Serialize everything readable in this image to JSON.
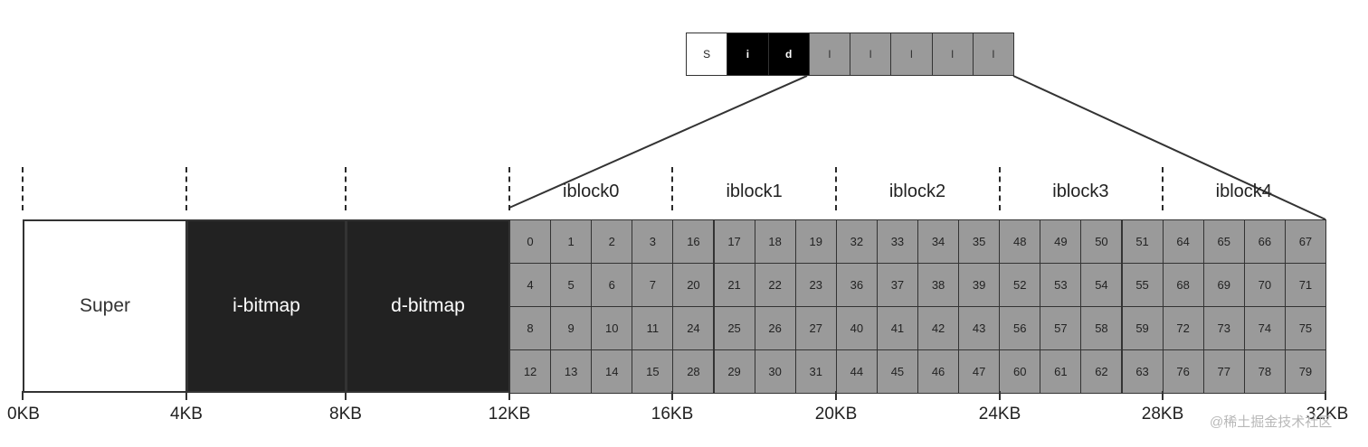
{
  "regions": {
    "super": "Super",
    "ibitmap": "i-bitmap",
    "dbitmap": "d-bitmap"
  },
  "groups": [
    {
      "label": "iblock0",
      "cells": [
        "0",
        "1",
        "2",
        "3",
        "4",
        "5",
        "6",
        "7",
        "8",
        "9",
        "10",
        "11",
        "12",
        "13",
        "14",
        "15"
      ]
    },
    {
      "label": "iblock1",
      "cells": [
        "16",
        "17",
        "18",
        "19",
        "20",
        "21",
        "22",
        "23",
        "24",
        "25",
        "26",
        "27",
        "28",
        "29",
        "30",
        "31"
      ]
    },
    {
      "label": "iblock2",
      "cells": [
        "32",
        "33",
        "34",
        "35",
        "36",
        "37",
        "38",
        "39",
        "40",
        "41",
        "42",
        "43",
        "44",
        "45",
        "46",
        "47"
      ]
    },
    {
      "label": "iblock3",
      "cells": [
        "48",
        "49",
        "50",
        "51",
        "52",
        "53",
        "54",
        "55",
        "56",
        "57",
        "58",
        "59",
        "60",
        "61",
        "62",
        "63"
      ]
    },
    {
      "label": "iblock4",
      "cells": [
        "64",
        "65",
        "66",
        "67",
        "68",
        "69",
        "70",
        "71",
        "72",
        "73",
        "74",
        "75",
        "76",
        "77",
        "78",
        "79"
      ]
    }
  ],
  "ticks": [
    "0KB",
    "4KB",
    "8KB",
    "12KB",
    "16KB",
    "20KB",
    "24KB",
    "28KB",
    "32KB"
  ],
  "zoom_blocks": [
    {
      "label": "S",
      "kind": "white"
    },
    {
      "label": "i",
      "kind": "black"
    },
    {
      "label": "d",
      "kind": "black"
    },
    {
      "label": "I",
      "kind": "gray"
    },
    {
      "label": "I",
      "kind": "gray"
    },
    {
      "label": "I",
      "kind": "gray"
    },
    {
      "label": "I",
      "kind": "gray"
    },
    {
      "label": "I",
      "kind": "gray"
    }
  ],
  "colors": {
    "inode_cell": "#9a9a9a",
    "bitmap": "#222222",
    "super": "#ffffff"
  },
  "watermark": "@稀土掘金技术社区"
}
